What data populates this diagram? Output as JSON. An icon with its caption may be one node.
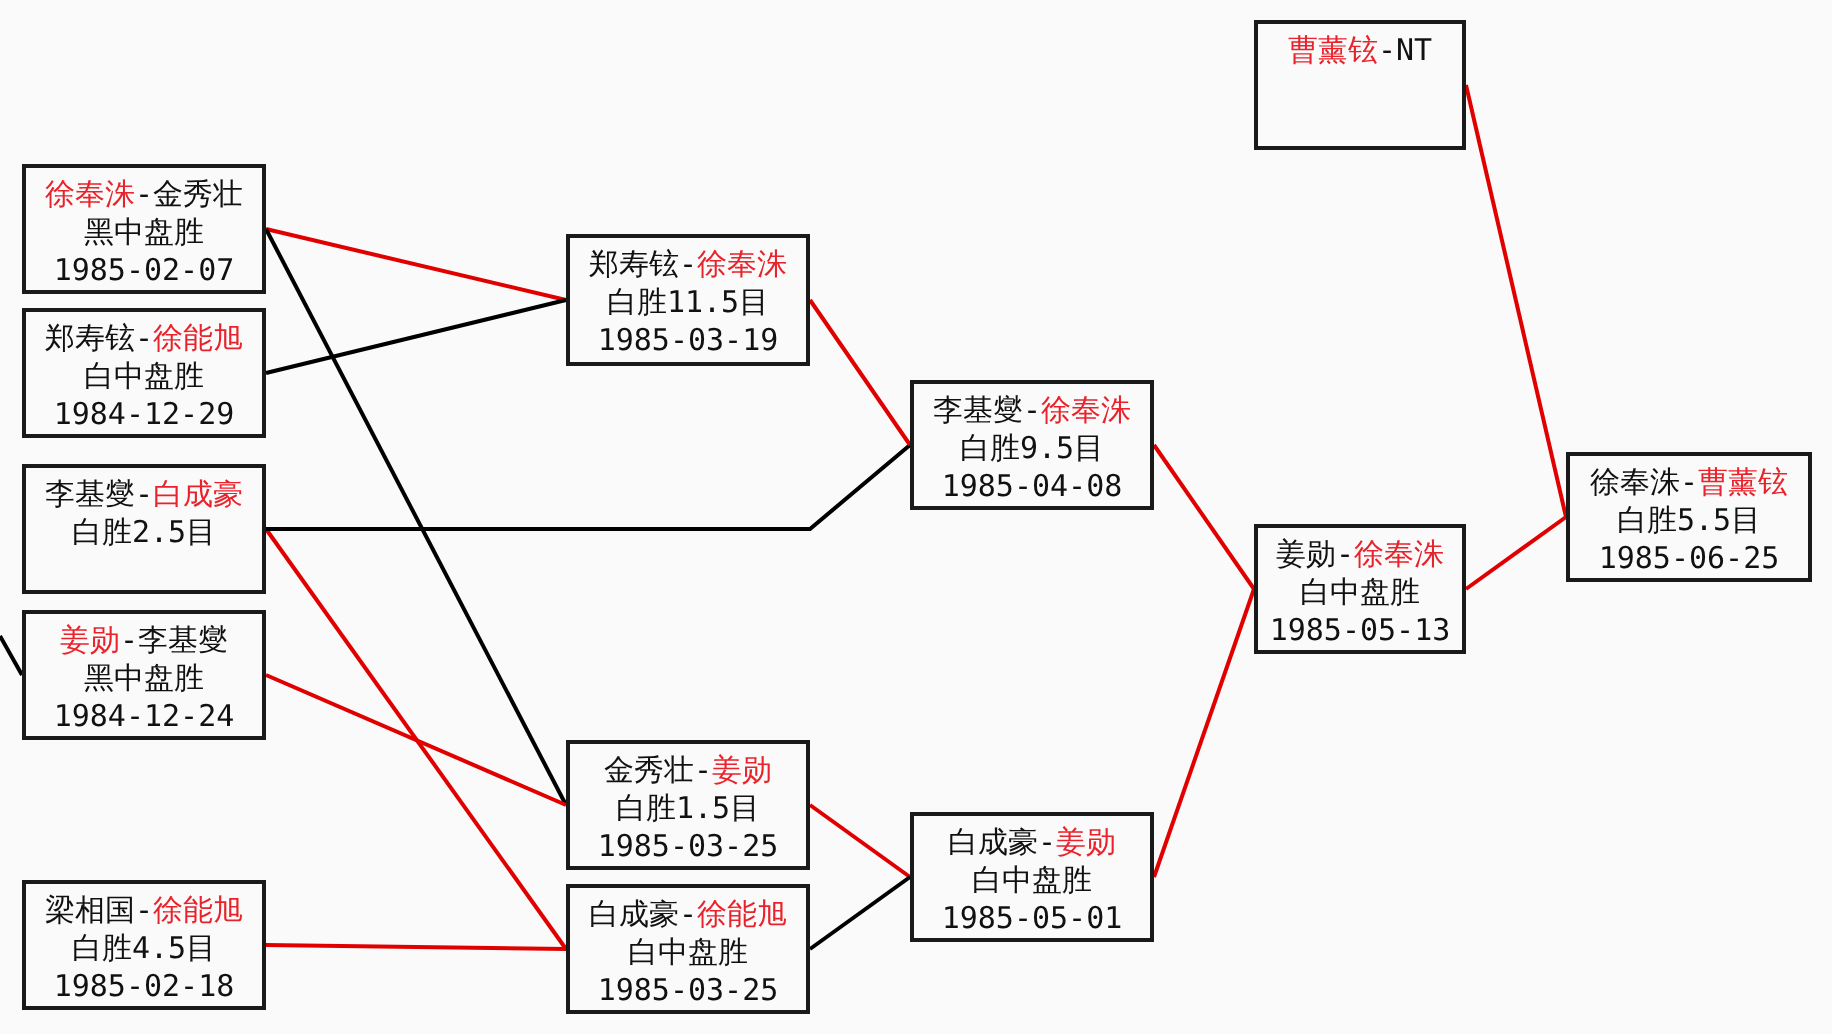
{
  "diagram": {
    "nodes": [
      {
        "text": [
          "徐奉洙",
          "-金秀壮",
          "黑中盘胜",
          "1985-02-07"
        ]
      },
      {
        "text": [
          "郑寿铉-",
          "徐能旭",
          "白中盘胜",
          "1984-12-29"
        ]
      },
      {
        "text": [
          "李基燮-",
          "白成豪",
          "白胜2.5目"
        ]
      },
      {
        "text": [
          "姜勋",
          "-李基燮",
          "黑中盘胜",
          "1984-12-24"
        ]
      },
      {
        "text": [
          "梁相国-",
          "徐能旭",
          "白胜4.5目",
          "1985-02-18"
        ]
      },
      {
        "text": [
          "郑寿铉-",
          "徐奉洙",
          "白胜11.5目",
          "1985-03-19"
        ]
      },
      {
        "text": [
          "金秀壮-",
          "姜勋",
          "白胜1.5目",
          "1985-03-25"
        ]
      },
      {
        "text": [
          "白成豪-",
          "徐能旭",
          "白中盘胜",
          "1985-03-25"
        ]
      },
      {
        "text": [
          "李基燮-",
          "徐奉洙",
          "白胜9.5目",
          "1985-04-08"
        ]
      },
      {
        "text": [
          "白成豪-",
          "姜勋",
          "白中盘胜",
          "1985-05-01"
        ]
      },
      {
        "text": [
          "曹薰铉",
          "-NT"
        ]
      },
      {
        "text": [
          "姜勋-",
          "徐奉洙",
          "白中盘胜",
          "1985-05-13"
        ]
      },
      {
        "text": [
          "徐奉洙-",
          "曹薰铉",
          "白胜5.5目",
          "1985-06-25"
        ]
      }
    ],
    "edges": [
      {
        "from": 0,
        "to": 5,
        "arrow": "none"
      },
      {
        "from": 1,
        "to": 5,
        "arrow": "none",
        "color": "#000000"
      },
      {
        "from": 0,
        "to": 6,
        "arrow": "none",
        "color": "#000000"
      },
      {
        "from": 2,
        "to": 7,
        "arrow": "none"
      },
      {
        "from": 3,
        "to": 6,
        "arrow": "none"
      },
      {
        "from": 2,
        "to": 8,
        "arrow": "none",
        "color": "#000000"
      },
      {
        "from": 4,
        "to": 7,
        "arrow": "none"
      },
      {
        "from": null,
        "to": 3,
        "arrow": "none",
        "color": "#000000"
      },
      {
        "from": 5,
        "to": 8,
        "arrow": "none"
      },
      {
        "from": 6,
        "to": 9,
        "arrow": "none"
      },
      {
        "from": 7,
        "to": 9,
        "arrow": "none",
        "color": "#000000"
      },
      {
        "from": 8,
        "to": 11,
        "arrow": "none"
      },
      {
        "from": 9,
        "to": 11,
        "arrow": "none"
      },
      {
        "from": 11,
        "to": 12,
        "arrow": "none"
      },
      {
        "from": 10,
        "to": 12,
        "arrow": "none"
      }
    ]
  }
}
